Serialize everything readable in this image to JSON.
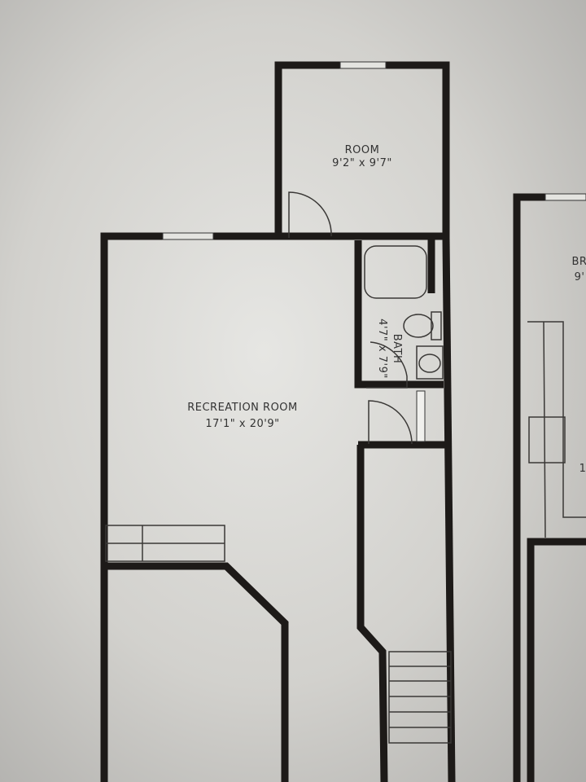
{
  "rooms": {
    "room": {
      "name": "ROOM",
      "dims": "9'2\" x 9'7\""
    },
    "bath": {
      "name": "BATH",
      "dims": "4'7\" x 7'9\""
    },
    "recreation": {
      "name": "RECREATION ROOM",
      "dims": "17'1\" x 20'9\""
    },
    "br_partial": {
      "name": "BR",
      "dims": "9'"
    },
    "partial_right": {
      "dims": "1"
    }
  }
}
